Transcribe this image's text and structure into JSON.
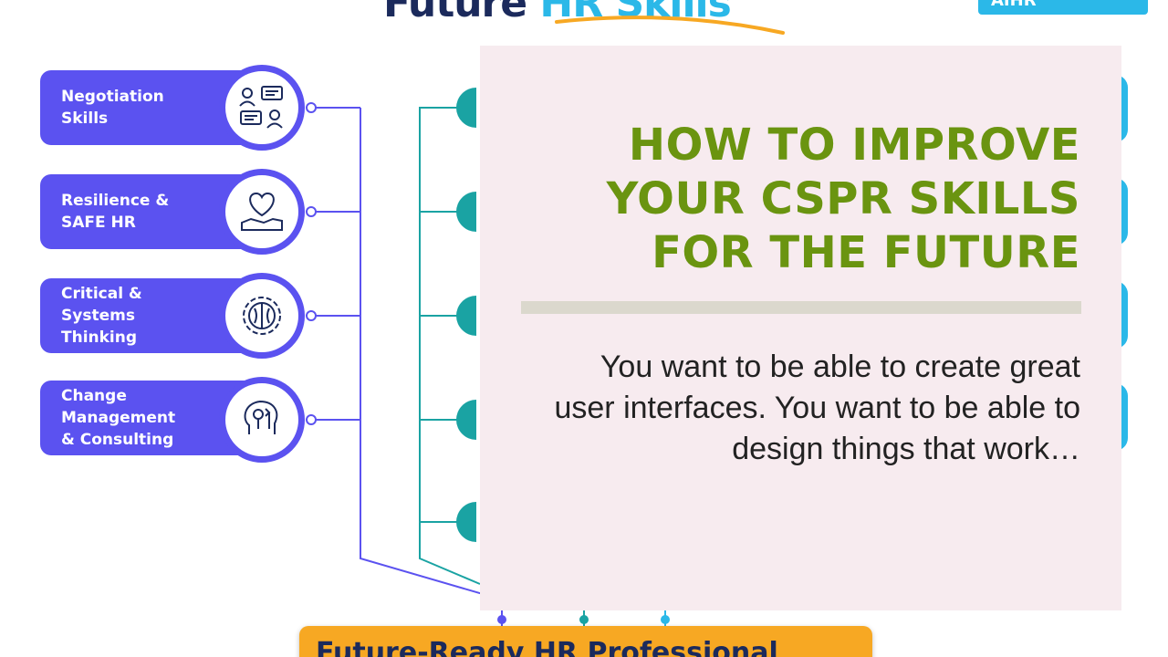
{
  "background": {
    "title_part1": "Future",
    "title_part2": "HR Skills",
    "corner_badge": "AIHR",
    "skills": [
      {
        "label": "Negotiation\nSkills",
        "icon": "negotiation-icon"
      },
      {
        "label": "Resilience &\nSAFE HR",
        "icon": "heart-hand-icon"
      },
      {
        "label": "Critical & Systems\nThinking",
        "icon": "brain-gear-icon"
      },
      {
        "label": "Change\nManagement\n& Consulting",
        "icon": "head-tools-icon"
      }
    ],
    "bottom_banner": "Future-Ready HR Professional"
  },
  "post": {
    "title": "HOW TO IMPROVE YOUR CSPR SKILLS FOR THE FUTURE",
    "excerpt": "You want to be able to create great user interfaces. You want to be able to design things that work…"
  },
  "colors": {
    "title_green": "#6a9410",
    "card_bg": "#f7ebef",
    "pill_purple": "#5b52f0",
    "teal": "#1aa3a3",
    "accent_blue": "#2bb8e8",
    "banner_orange": "#f7a823"
  }
}
